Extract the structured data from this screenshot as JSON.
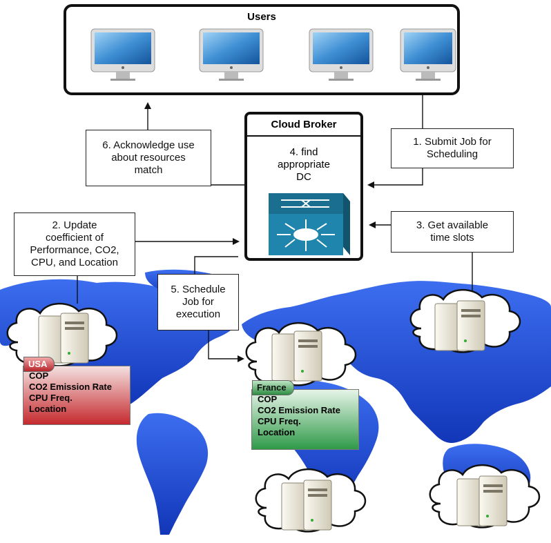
{
  "users": {
    "title": "Users",
    "monitors": 4
  },
  "broker": {
    "title": "Cloud Broker",
    "step4": [
      "4. find",
      "appropriate",
      "DC"
    ]
  },
  "steps": {
    "s1": [
      "1. Submit Job for",
      "Scheduling"
    ],
    "s2": [
      "2. Update",
      "coefficient of",
      "Performance, CO2,",
      "CPU, and Location"
    ],
    "s3": [
      "3. Get available",
      "time slots"
    ],
    "s5": [
      "5. Schedule",
      "Job for",
      "execution"
    ],
    "s6": [
      "6. Acknowledge use",
      "about resources",
      "match"
    ]
  },
  "datacenters": [
    {
      "name": "USA",
      "color": "#c8282b",
      "fields": [
        "COP",
        "CO2 Emission Rate",
        "CPU Freq.",
        "Location"
      ]
    },
    {
      "name": "France",
      "color": "#2e9e4a",
      "fields": [
        "COP",
        "CO2 Emission Rate",
        "CPU Freq.",
        "Location"
      ]
    }
  ],
  "colors": {
    "map": "#1f4fd8",
    "mapDark": "#0d2f9c",
    "cloud": "#ffffff",
    "server": "#e8e4d8"
  }
}
